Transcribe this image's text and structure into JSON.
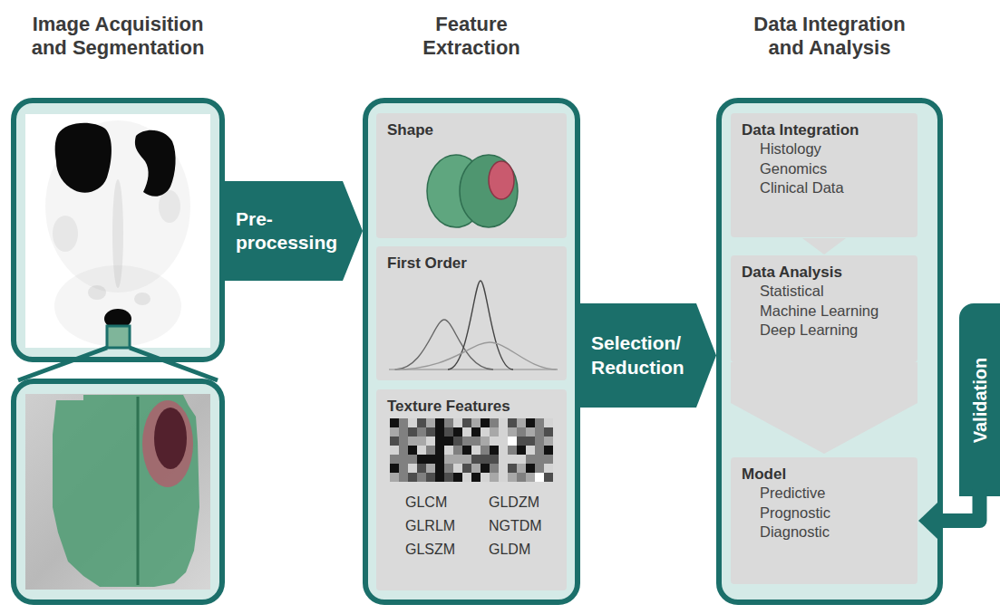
{
  "diagram": {
    "nodes": [
      {
        "text": [
          "Image Acquisition and Segmentation"
        ]
      },
      {
        "text": [
          "Feature Extraction"
        ]
      },
      {
        "text": [
          "Shape"
        ],
        "in": 1
      },
      {
        "text": [
          "First Order"
        ],
        "in": 1
      },
      {
        "text": [
          "Texture Features",
          "GLCM",
          "GLDZM",
          "GLRLM",
          "NGTDM",
          "GLSZM",
          "GLDM"
        ],
        "in": 1
      },
      {
        "text": [
          "Data Integration and Analysis"
        ]
      },
      {
        "text": [
          "Data Integration",
          "Histology",
          "Genomics",
          "Clinical Data"
        ],
        "in": 5
      },
      {
        "text": [
          "Data Analysis",
          "Statistical",
          "Machine Learning",
          "Deep Learning"
        ],
        "in": 5
      },
      {
        "text": [
          "Model",
          "Predictive",
          "Prognostic",
          "Diagnostic"
        ],
        "in": 5
      },
      {
        "text": [
          "Validation"
        ]
      }
    ],
    "edges": [
      {
        "from": 0,
        "to": 1,
        "arrow": "to",
        "label": "Pre- processing"
      },
      {
        "from": 1,
        "to": 5,
        "arrow": "to",
        "label": "Selection/ Reduction"
      },
      {
        "from": 6,
        "to": 7,
        "arrow": "to"
      },
      {
        "from": 7,
        "to": 8,
        "arrow": "to"
      },
      {
        "from": 9,
        "to": 8,
        "arrow": "to"
      }
    ]
  }
}
